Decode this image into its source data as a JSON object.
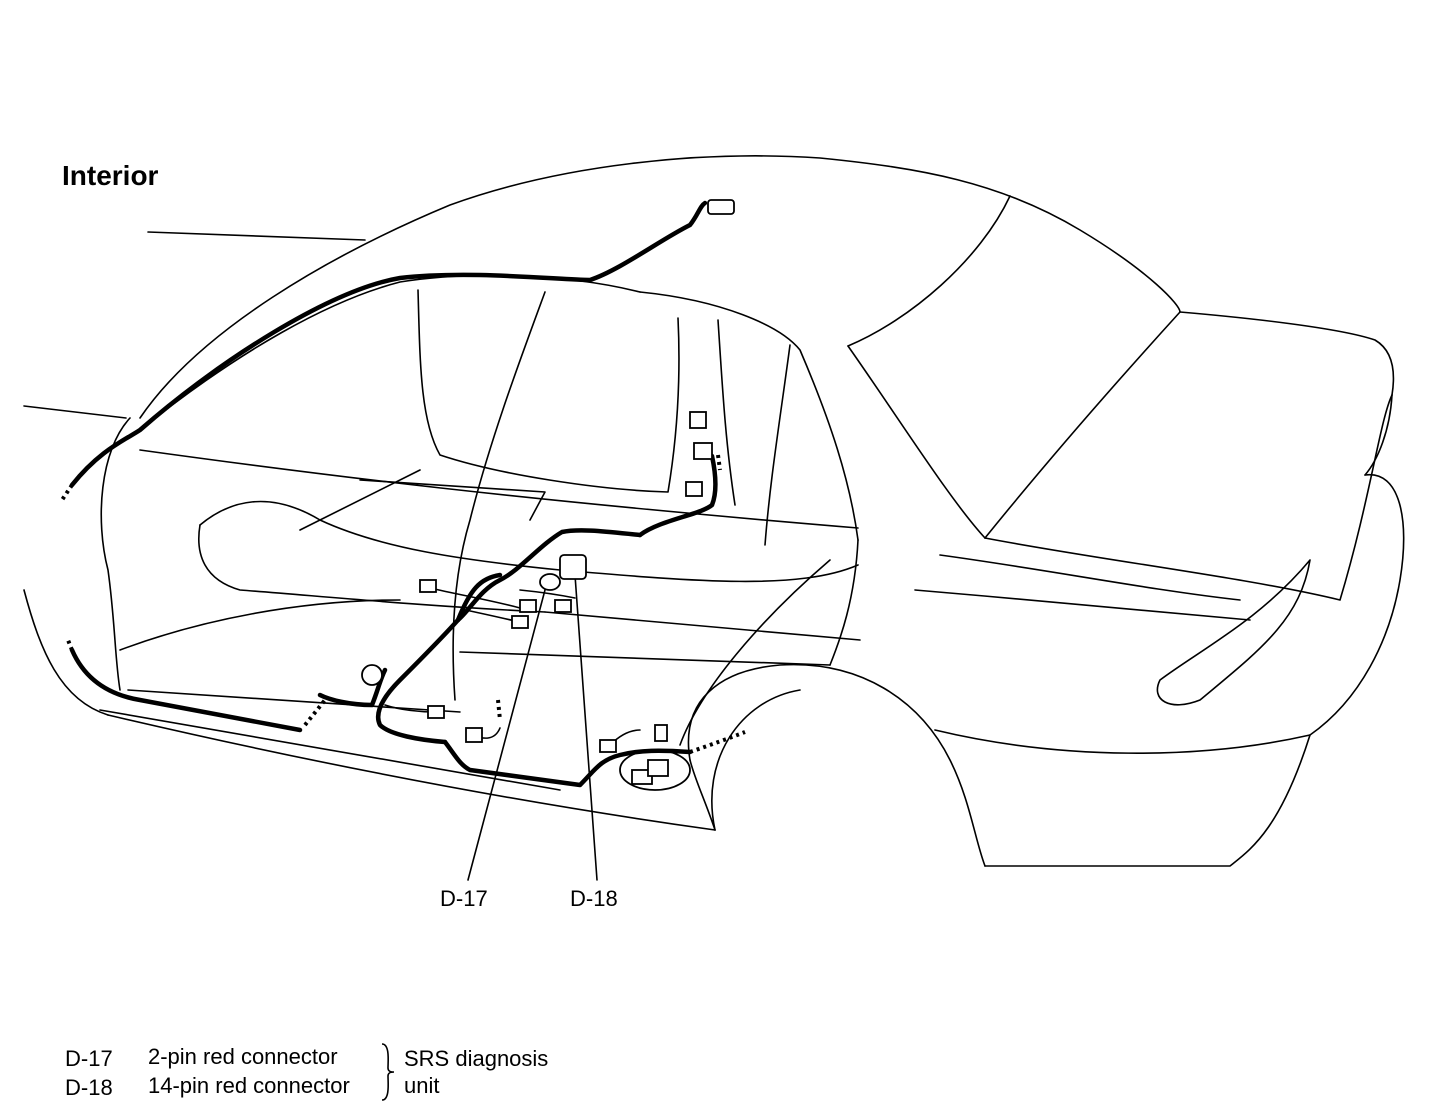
{
  "title": "Interior",
  "callouts": [
    {
      "id": "D-17",
      "label": "D-17"
    },
    {
      "id": "D-18",
      "label": "D-18"
    }
  ],
  "legend": {
    "items": [
      {
        "code": "D-17",
        "description": "2-pin red connector"
      },
      {
        "code": "D-18",
        "description": "14-pin red connector"
      }
    ],
    "unit_line1": "SRS diagnosis",
    "unit_line2": "unit"
  }
}
